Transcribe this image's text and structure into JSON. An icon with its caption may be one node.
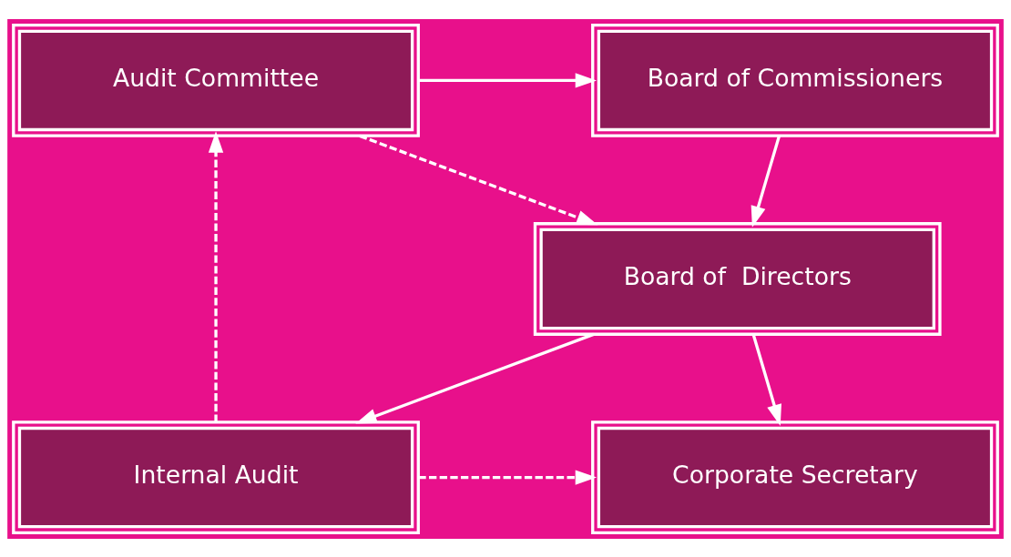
{
  "diagram": {
    "nodes": [
      {
        "text": [
          "Audit Committee"
        ]
      },
      {
        "text": [
          "Board of Commissioners"
        ]
      },
      {
        "text": [
          "Board of  Directors"
        ]
      },
      {
        "text": [
          "Internal Audit"
        ]
      },
      {
        "text": [
          "Corporate Secretary"
        ]
      }
    ],
    "edges": [
      {
        "from": 0,
        "to": 1,
        "arrow": "to"
      },
      {
        "from": 1,
        "to": 2,
        "arrow": "to"
      },
      {
        "from": 0,
        "to": 2,
        "arrow": "to",
        "style": "dashed"
      },
      {
        "from": 3,
        "to": 0,
        "arrow": "to",
        "style": "dashed"
      },
      {
        "from": 2,
        "to": 3,
        "arrow": "to"
      },
      {
        "from": 2,
        "to": 4,
        "arrow": "to"
      },
      {
        "from": 3,
        "to": 4,
        "arrow": "to",
        "style": "dashed"
      }
    ]
  }
}
